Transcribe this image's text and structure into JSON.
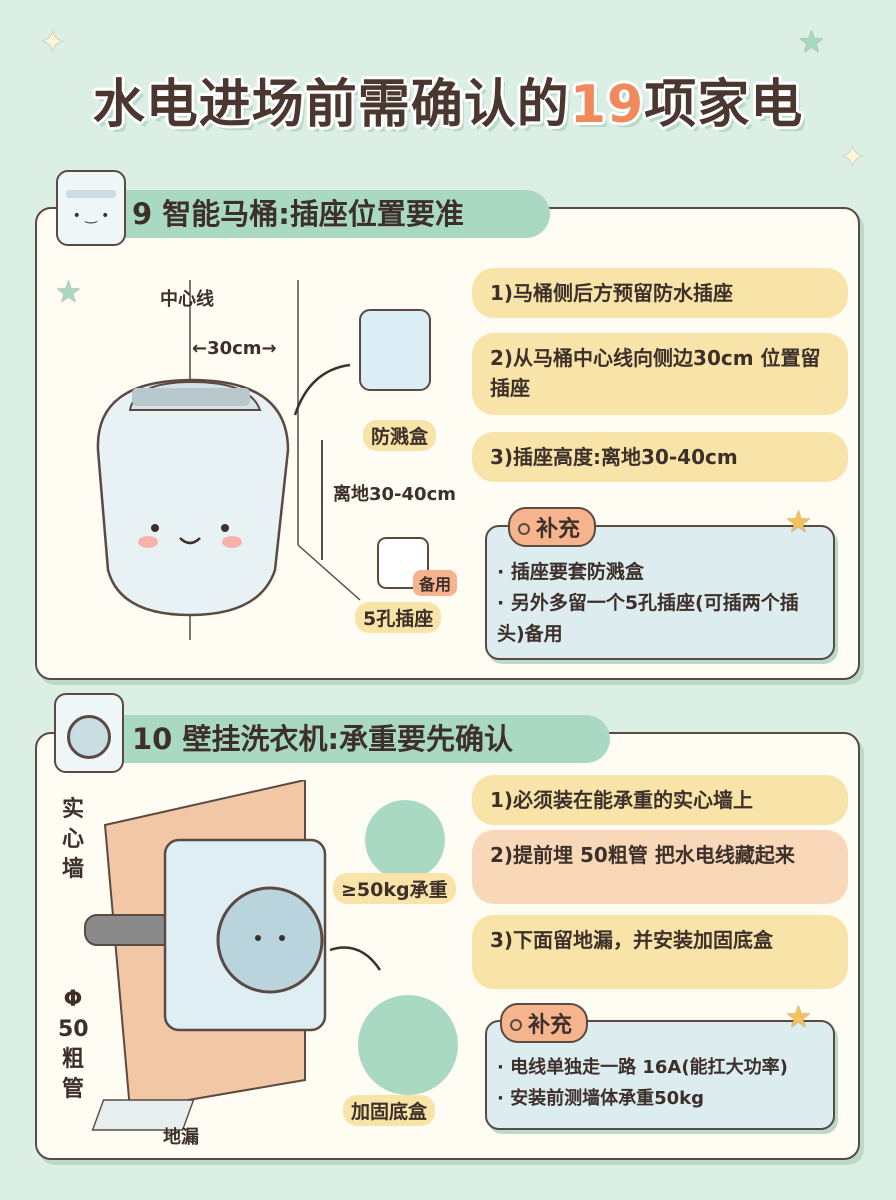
{
  "title": {
    "prefix": "水电进场前需确认的",
    "number": "19",
    "suffix": "项家电"
  },
  "sections": [
    {
      "header": "9 智能马桶:插座位置要准",
      "steps": [
        "1)马桶侧后方预留防水插座",
        "2)从马桶中心线向侧边30cm 位置留插座",
        "3)插座高度:离地30-40cm"
      ],
      "supplement": {
        "tag": "补充",
        "items": [
          "· 插座要套防溅盒",
          "· 另外多留一个5孔插座(可插两个插头)备用"
        ]
      },
      "labels": {
        "centerline": "中心线",
        "distance": "←30cm→",
        "splash_box": "防溅盒",
        "height": "离地30-40cm",
        "socket": "5孔插座",
        "spare": "备用"
      }
    },
    {
      "header": "10 壁挂洗衣机:承重要先确认",
      "steps": [
        "1)必须装在能承重的实心墙上",
        "2)提前埋 50粗管 把水电线藏起来",
        "3)下面留地漏，并安装加固底盒"
      ],
      "supplement": {
        "tag": "补充",
        "items": [
          "· 电线单独走一路 16A(能扛大功率)",
          "· 安装前测墙体承重50kg"
        ]
      },
      "labels": {
        "wall": "实心墙",
        "pipe": "Φ 50 粗管",
        "load": "≥50kg承重",
        "base_box": "加固底盒",
        "drain": "地漏"
      }
    }
  ]
}
